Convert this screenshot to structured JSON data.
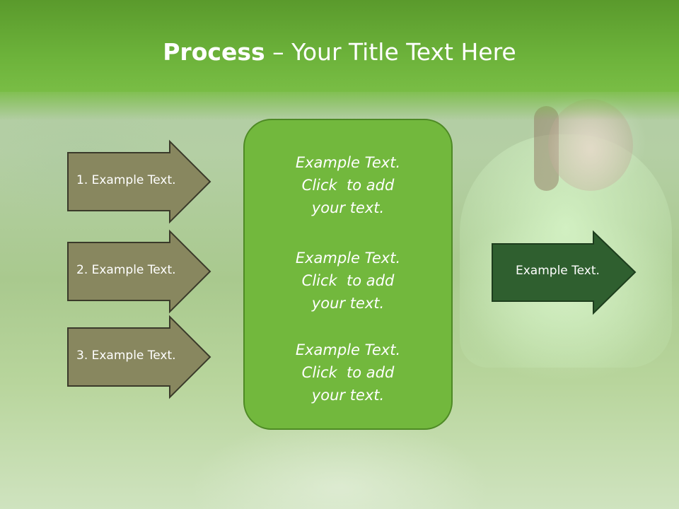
{
  "slide": {
    "title_bold": "Process",
    "title_rest": " – Your Title Text Here"
  },
  "left_arrows": [
    {
      "label": "1. Example Text."
    },
    {
      "label": "2. Example Text."
    },
    {
      "label": "3. Example Text."
    }
  ],
  "center_box": {
    "blocks": [
      {
        "line1": "Example Text.",
        "line2": "Click  to add",
        "line3": "your text."
      },
      {
        "line1": "Example Text.",
        "line2": "Click  to add",
        "line3": "your text."
      },
      {
        "line1": "Example Text.",
        "line2": "Click  to add",
        "line3": "your text."
      }
    ]
  },
  "right_arrow": {
    "label": "Example Text."
  },
  "colors": {
    "header_green": "#6cb23a",
    "arrow_olive": "#88875f",
    "center_box_green": "#72b83d",
    "right_arrow_dark_green": "#2f5f2f"
  }
}
